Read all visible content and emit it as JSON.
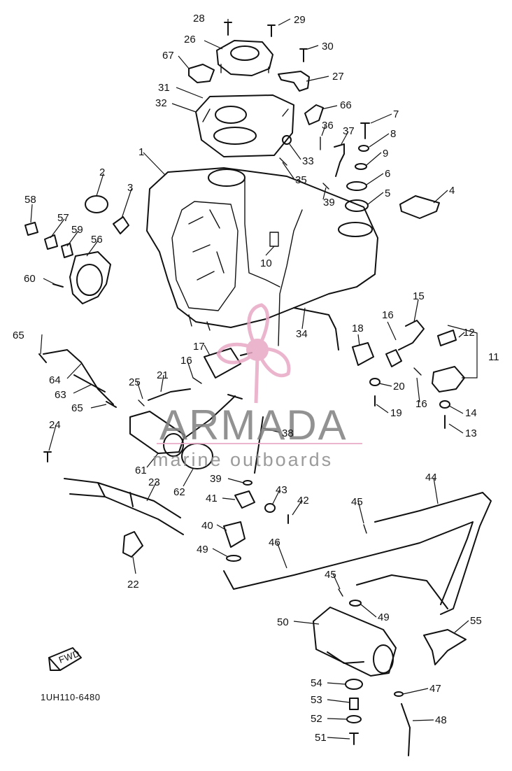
{
  "callouts": [
    "28",
    "29",
    "26",
    "30",
    "67",
    "27",
    "31",
    "32",
    "66",
    "7",
    "8",
    "9",
    "36",
    "37",
    "33",
    "35",
    "6",
    "5",
    "4",
    "39",
    "1",
    "2",
    "3",
    "58",
    "57",
    "59",
    "56",
    "10",
    "60",
    "34",
    "15",
    "16",
    "18",
    "12",
    "11",
    "65",
    "17",
    "16",
    "20",
    "14",
    "13",
    "64",
    "63",
    "25",
    "21",
    "16",
    "19",
    "65",
    "38",
    "24",
    "61",
    "62",
    "39",
    "23",
    "41",
    "43",
    "42",
    "45",
    "44",
    "40",
    "49",
    "46",
    "22",
    "45",
    "49",
    "50",
    "55",
    "54",
    "47",
    "53",
    "52",
    "48",
    "51"
  ],
  "drawing_code": "1UH110-6480",
  "fwd_label": "FWD",
  "watermark": {
    "brand": "ARMADA",
    "tagline": "marine outboards",
    "accent_color": "#e8a9c5",
    "text_color": "#7f7f7f"
  }
}
